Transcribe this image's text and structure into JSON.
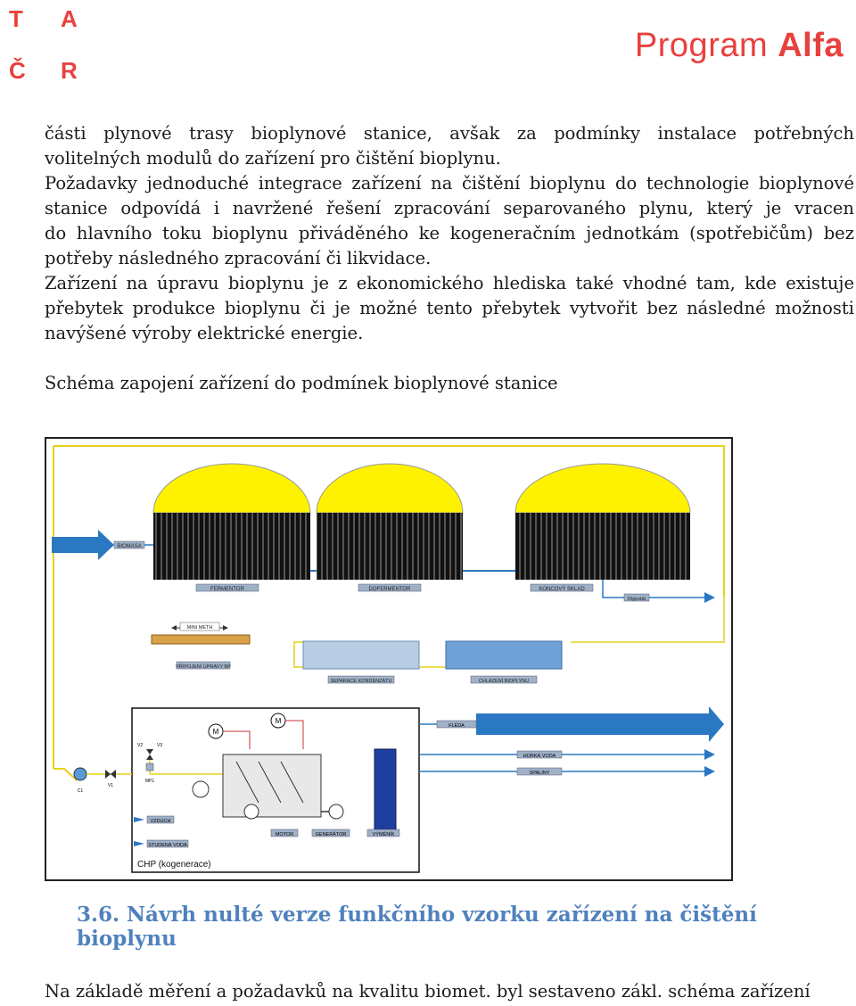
{
  "logo": {
    "letters": [
      "T",
      "A",
      "Č",
      "R"
    ]
  },
  "brand": {
    "program": "Program",
    "name": "Alfa"
  },
  "para1": [
    "části plynové trasy bioplynové stanice, avšak za podmínky instalace potřebných",
    "volitelných modulů do zařízení pro čištění bioplynu."
  ],
  "para2": [
    "Požadavky jednoduché integrace zařízení na čištění bioplynu do technologie bioplynové",
    "stanice odpovídá i navržené řešení zpracování separovaného plynu, který je vracen",
    "do hlavního toku bioplynu přiváděného ke kogeneračním jednotkám (spotřebičům) bez",
    "potřeby následného zpracování či likvidace."
  ],
  "para3": [
    "Zařízení na úpravu bioplynu je z ekonomického hlediska také vhodné tam, kde existuje",
    "přebytek produkce bioplynu či je možné tento přebytek vytvořit bez následné možnosti",
    "navýšené výroby elektrické energie."
  ],
  "caption": "Schéma zapojení zařízení do podmínek bioplynové stanice",
  "diagram": {
    "tanks": [
      "FERMENTOR",
      "DOFERMENTOR",
      "KONCOVÝ SKLAD"
    ],
    "biomasa": "BIOMASA",
    "digestat": "Digestát",
    "mini_meth": "MINI METH",
    "pripojeni": "PŘIPOJENÍ ÚPRAVY BP",
    "separace": "SEPARACE KONDENZÁTU",
    "chlazeni": "CHLAZENÍ BIOPLYNU",
    "fleda": "FLÉDA",
    "horka_voda": "HORKÁ VODA",
    "spaliny": "SPALINY",
    "vzduch": "VZDUCH",
    "studena_voda": "STUDENÁ VODA",
    "motor": "MOTOR",
    "generator": "GENERÁTOR",
    "vymenik": "VÝMĚNÍK",
    "chp": "CHP (kogenerace)",
    "m": "M",
    "v1": "V1",
    "v2": "V2",
    "v3": "V3",
    "c1": "C1",
    "mp1": "MP1"
  },
  "heading": "3.6. Návrh nulté verze funkčního vzorku zařízení na čištění bioplynu",
  "last_line": "Na základě měření a požadavků na kvalitu biomet. byl sestaveno zákl. schéma zařízení"
}
